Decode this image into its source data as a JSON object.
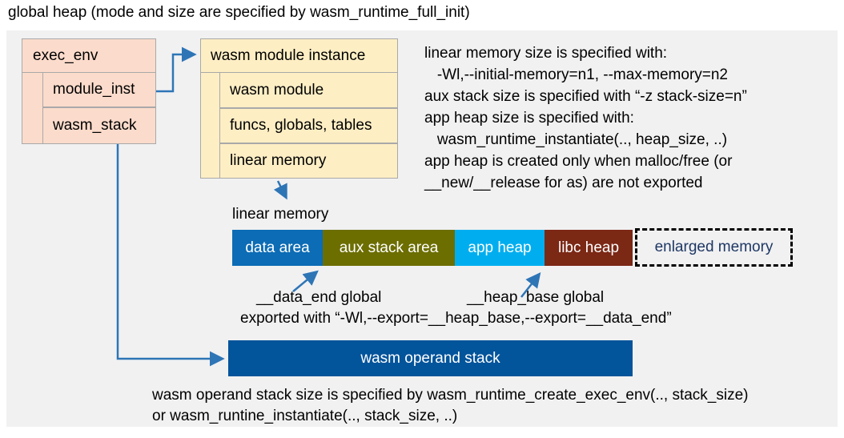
{
  "title": "global heap (mode and size are specified by wasm_runtime_full_init)",
  "colors": {
    "panel_bg": "#F1F1F2",
    "struct_pink": "#FBDBCB",
    "struct_cream": "#FDEEC4",
    "arrow_blue": "#2E75B6",
    "enlarged_text_navy": "#1F3864"
  },
  "exec_env": {
    "title": "exec_env",
    "children": [
      "module_inst",
      "wasm_stack"
    ]
  },
  "module_instance": {
    "title": "wasm module instance",
    "children": [
      "wasm module",
      "funcs, globals, tables",
      "linear memory"
    ]
  },
  "notes_right": {
    "lines": [
      "linear memory size is specified with:",
      "   -Wl,--initial-memory=n1, --max-memory=n2",
      "aux stack size is specified with “-z stack-size=n”",
      "app heap size is specified with:",
      "   wasm_runtime_instantiate(.., heap_size, ..)",
      "app heap is created only when malloc/free (or",
      "__new/__release for as) are not exported"
    ]
  },
  "linear_memory": {
    "label": "linear memory",
    "segments": [
      {
        "label": "data area",
        "color": "#0C6CB5"
      },
      {
        "label": "aux stack area",
        "color": "#6C6E00"
      },
      {
        "label": "app heap",
        "color": "#00AEEF"
      },
      {
        "label": "libc heap",
        "color": "#7B2815"
      }
    ],
    "enlarged": {
      "label": "enlarged memory"
    }
  },
  "annotations": {
    "data_end": "__data_end global",
    "heap_base": "__heap_base global",
    "export_line": "exported with “-Wl,--export=__heap_base,--export=__data_end”"
  },
  "operand_stack": {
    "label": "wasm operand stack",
    "color": "#02549B"
  },
  "notes_bottom": {
    "lines": [
      "wasm operand stack size is specified by wasm_runtime_create_exec_env(.., stack_size)",
      "or wasm_runtine_instantiate(.., stack_size, ..)"
    ]
  }
}
